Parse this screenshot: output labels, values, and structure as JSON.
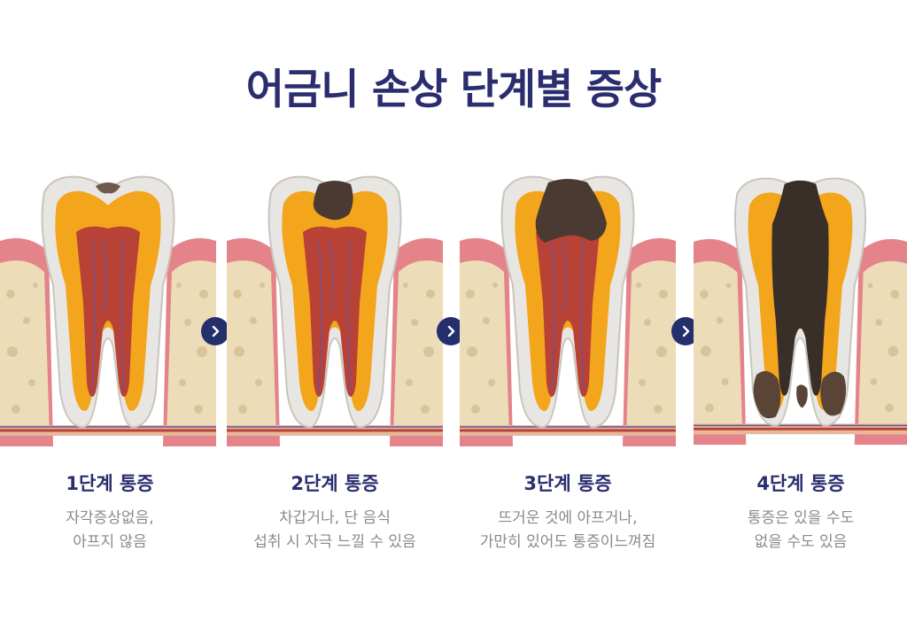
{
  "title": "어금니 손상 단계별 증상",
  "stages": [
    {
      "label": "1단계 통증",
      "lines": [
        "자각증상없음,",
        "아프지 않음"
      ]
    },
    {
      "label": "2단계 통증",
      "lines": [
        "차갑거나, 단 음식",
        "섭취 시 자극 느낄 수 있음"
      ]
    },
    {
      "label": "3단계 통증",
      "lines": [
        "뜨거운 것에 아프거나,",
        "가만히 있어도 통증이느껴짐"
      ]
    },
    {
      "label": "4단계 통증",
      "lines": [
        "통증은 있을 수도",
        "없을 수도 있음"
      ]
    }
  ],
  "stage_levels": [
    0,
    1,
    2,
    3
  ],
  "icons": {
    "next": "chevron-right-icon"
  },
  "colors": {
    "title": "#2b2e6e",
    "arrow_bg": "#24306c",
    "enamel": "#ede8e0",
    "dentin": "#f3a51c",
    "pulp": "#b84235",
    "gum": "#e4838a",
    "bone": "#ecdcb8",
    "decay": "#4a3a32"
  }
}
